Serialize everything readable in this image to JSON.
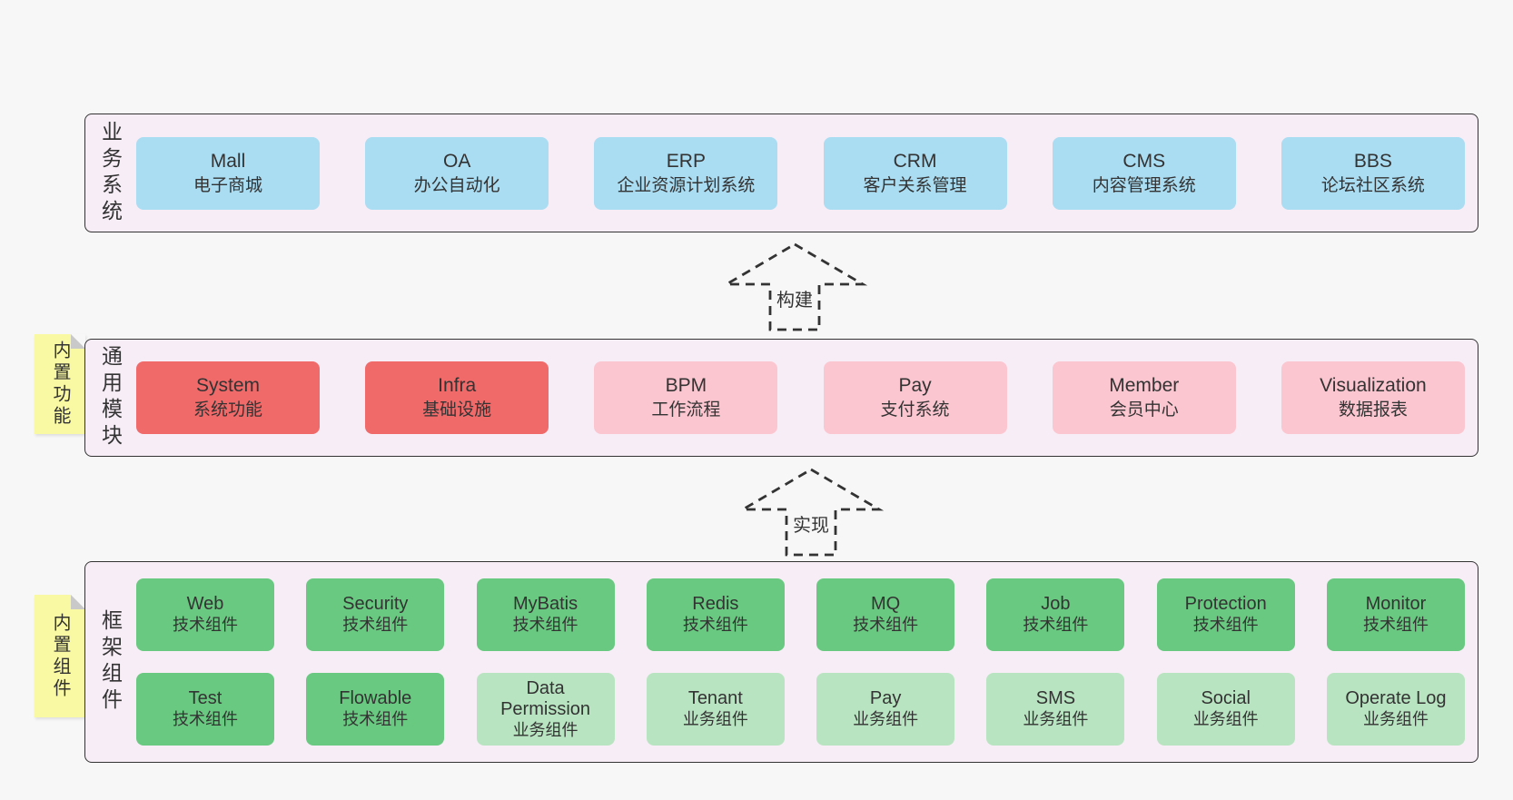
{
  "bands": [
    {
      "label": "业务系统",
      "items": [
        {
          "name": "Mall",
          "desc": "电子商城",
          "variant": "blue"
        },
        {
          "name": "OA",
          "desc": "办公自动化",
          "variant": "blue"
        },
        {
          "name": "ERP",
          "desc": "企业资源计划系统",
          "variant": "blue"
        },
        {
          "name": "CRM",
          "desc": "客户关系管理",
          "variant": "blue"
        },
        {
          "name": "CMS",
          "desc": "内容管理系统",
          "variant": "blue"
        },
        {
          "name": "BBS",
          "desc": "论坛社区系统",
          "variant": "blue"
        }
      ]
    },
    {
      "label": "通用模块",
      "sticky": "内置功能",
      "items": [
        {
          "name": "System",
          "desc": "系统功能",
          "variant": "red"
        },
        {
          "name": "Infra",
          "desc": "基础设施",
          "variant": "red"
        },
        {
          "name": "BPM",
          "desc": "工作流程",
          "variant": "pink"
        },
        {
          "name": "Pay",
          "desc": "支付系统",
          "variant": "pink"
        },
        {
          "name": "Member",
          "desc": "会员中心",
          "variant": "pink"
        },
        {
          "name": "Visualization",
          "desc": "数据报表",
          "variant": "pink"
        }
      ]
    },
    {
      "label": "框架组件",
      "sticky": "内置组件",
      "rows": [
        [
          {
            "name": "Web",
            "desc": "技术组件",
            "variant": "green-dark"
          },
          {
            "name": "Security",
            "desc": "技术组件",
            "variant": "green-dark"
          },
          {
            "name": "MyBatis",
            "desc": "技术组件",
            "variant": "green-dark"
          },
          {
            "name": "Redis",
            "desc": "技术组件",
            "variant": "green-dark"
          },
          {
            "name": "MQ",
            "desc": "技术组件",
            "variant": "green-dark"
          },
          {
            "name": "Job",
            "desc": "技术组件",
            "variant": "green-dark"
          },
          {
            "name": "Protection",
            "desc": "技术组件",
            "variant": "green-dark"
          },
          {
            "name": "Monitor",
            "desc": "技术组件",
            "variant": "green-dark"
          }
        ],
        [
          {
            "name": "Test",
            "desc": "技术组件",
            "variant": "green-dark"
          },
          {
            "name": "Flowable",
            "desc": "技术组件",
            "variant": "green-dark"
          },
          {
            "name": "Data Permission",
            "desc": "业务组件",
            "variant": "green-light"
          },
          {
            "name": "Tenant",
            "desc": "业务组件",
            "variant": "green-light"
          },
          {
            "name": "Pay",
            "desc": "业务组件",
            "variant": "green-light"
          },
          {
            "name": "SMS",
            "desc": "业务组件",
            "variant": "green-light"
          },
          {
            "name": "Social",
            "desc": "业务组件",
            "variant": "green-light"
          },
          {
            "name": "Operate Log",
            "desc": "业务组件",
            "variant": "green-light"
          }
        ]
      ]
    }
  ],
  "arrows": [
    {
      "label": "构建"
    },
    {
      "label": "实现"
    }
  ],
  "colors": {
    "page_bg": "#f7f7f7",
    "band_bg": "#f7edf6",
    "band_border": "#333333",
    "blue": "#aadcf2",
    "red": "#f16a6a",
    "pink": "#fbc6d0",
    "green_dark": "#69c981",
    "green_light": "#b9e4c1",
    "sticky_yellow": "#f9f9a3",
    "fold_gray": "#c9c9c9",
    "text": "#333333"
  }
}
